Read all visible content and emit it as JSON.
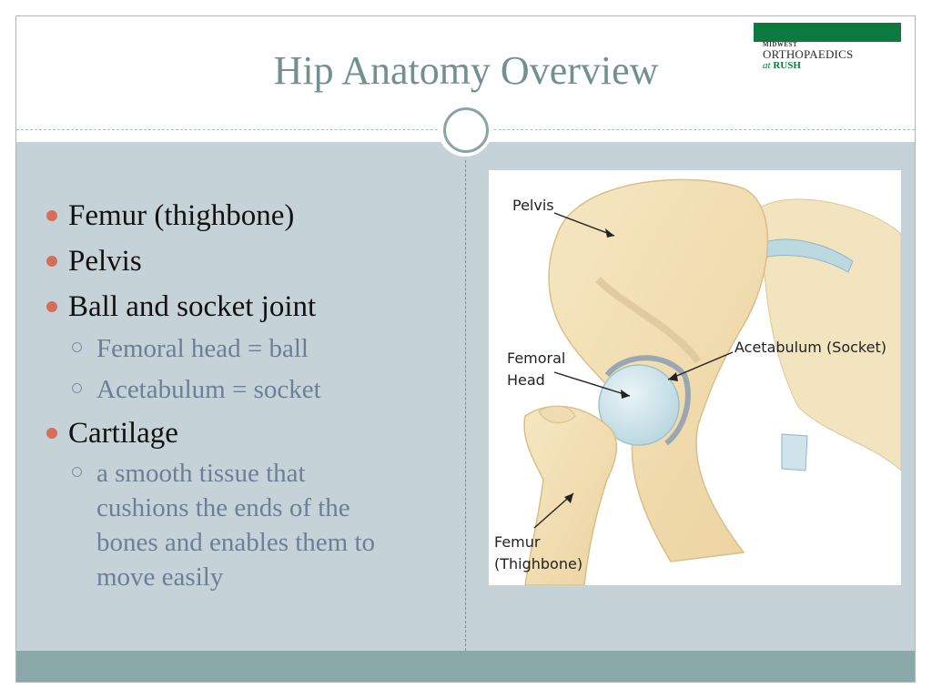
{
  "slide": {
    "title": "Hip Anatomy Overview"
  },
  "logo": {
    "line1": "MIDWEST",
    "line2": "ORTHOPAEDICS",
    "line3_prefix": "at",
    "line3": "RUSH",
    "brand_color": "#0c7a3e"
  },
  "bullets": [
    {
      "text": "Femur (thighbone)"
    },
    {
      "text": "Pelvis"
    },
    {
      "text": "Ball and socket joint"
    },
    {
      "text": "Femoral head = ball",
      "sub": true
    },
    {
      "text": "Acetabulum = socket",
      "sub": true
    },
    {
      "text": "Cartilage"
    },
    {
      "text": "a smooth tissue that",
      "sub": true
    },
    {
      "text": "cushions the ends of the",
      "sub": true,
      "cont": true
    },
    {
      "text": "bones and enables them to",
      "sub": true,
      "cont": true
    },
    {
      "text": "move easily",
      "sub": true,
      "cont": true
    }
  ],
  "figure": {
    "label_pelvis": "Pelvis",
    "label_femoral_1": "Femoral",
    "label_femoral_2": "Head",
    "label_acetabulum": "Acetabulum (Socket)",
    "label_femur_1": "Femur",
    "label_femur_2": "(Thighbone)"
  },
  "colors": {
    "title": "#72918e",
    "content_bg": "#c5d3d8",
    "footer": "#89a8a7",
    "bullet_dot": "#d96d5b",
    "sub_text": "#6c7f96"
  }
}
